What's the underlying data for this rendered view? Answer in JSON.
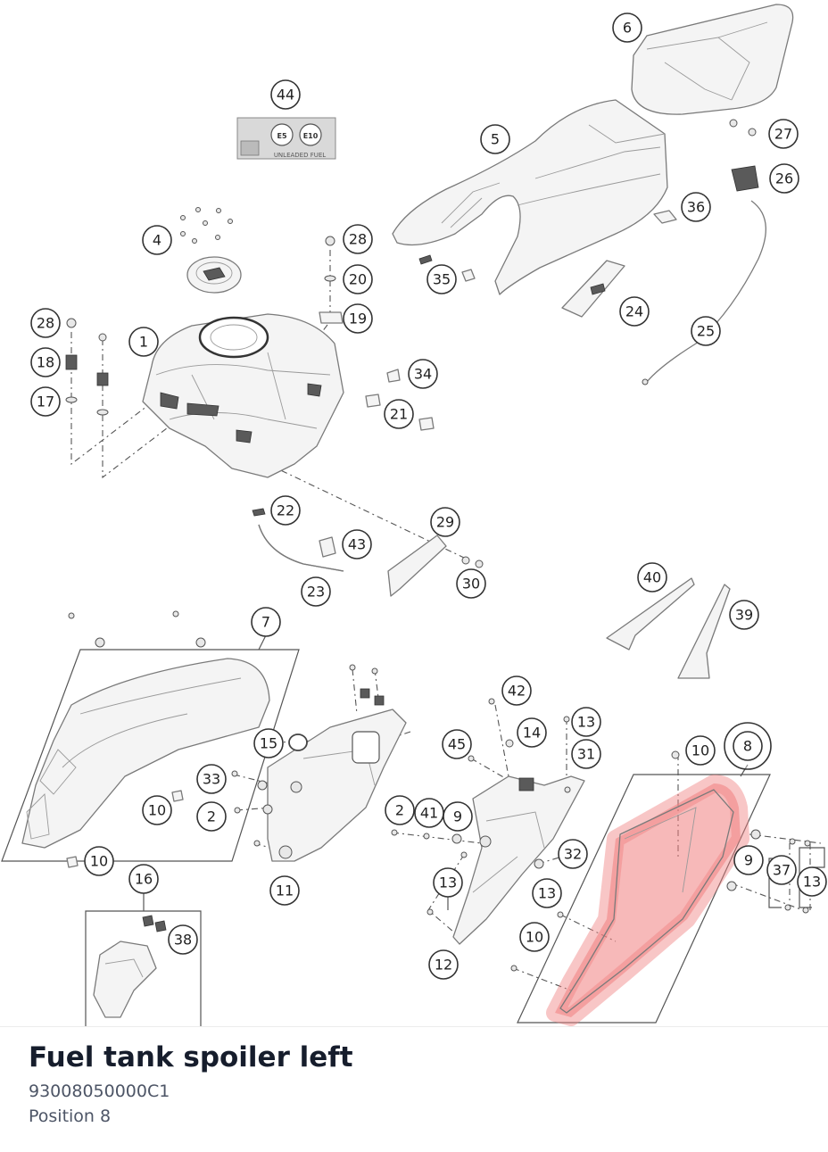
{
  "part": {
    "title": "Fuel tank spoiler left",
    "number": "93008050000C1",
    "position": "Position 8"
  },
  "fuel_label": {
    "badges": [
      "E5",
      "E10"
    ],
    "text": "UNLEADED FUEL"
  },
  "highlight_color": "#f08080",
  "callouts": [
    "1",
    "2",
    "4",
    "5",
    "6",
    "7",
    "8",
    "9",
    "10",
    "11",
    "12",
    "13",
    "14",
    "15",
    "16",
    "17",
    "18",
    "19",
    "20",
    "21",
    "22",
    "23",
    "24",
    "25",
    "26",
    "27",
    "28",
    "29",
    "30",
    "31",
    "32",
    "33",
    "34",
    "35",
    "36",
    "37",
    "38",
    "39",
    "40",
    "41",
    "42",
    "43",
    "44",
    "45"
  ],
  "selected_callout": "8"
}
